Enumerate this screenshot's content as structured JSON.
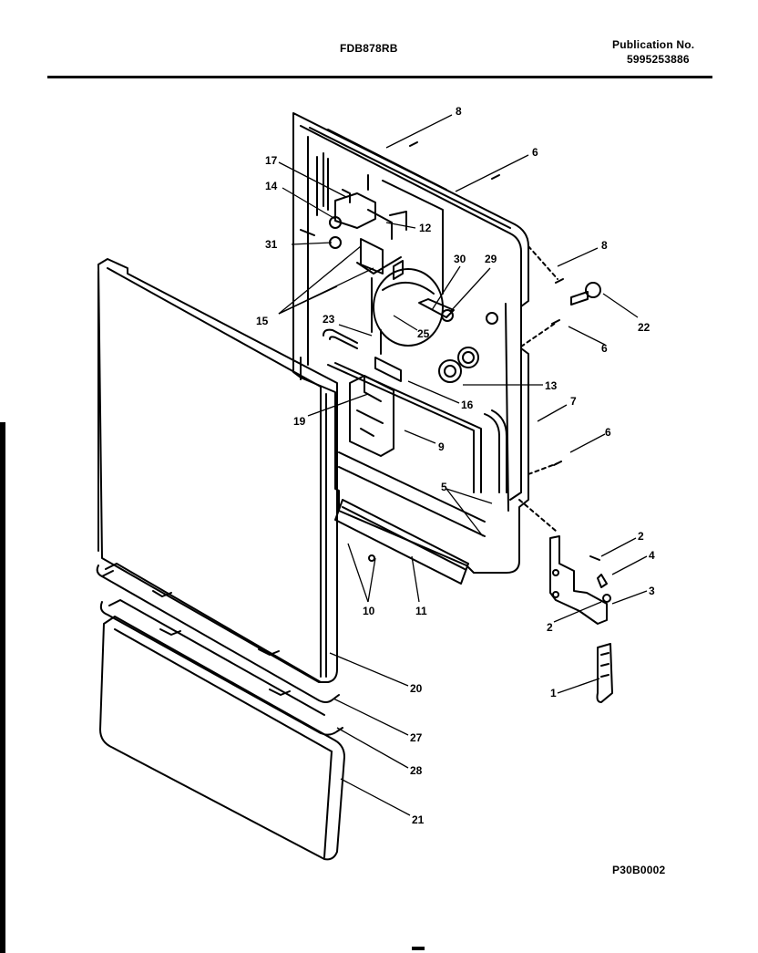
{
  "header": {
    "model": "FDB878RB",
    "publication_label": "Publication No.",
    "publication_number": "5995253886"
  },
  "footer": {
    "figure_code": "P30B0002"
  },
  "callouts": [
    "8",
    "6",
    "17",
    "14",
    "12",
    "31",
    "30",
    "29",
    "8",
    "15",
    "23",
    "25",
    "22",
    "6",
    "13",
    "16",
    "7",
    "19",
    "9",
    "6",
    "5",
    "2",
    "4",
    "3",
    "2",
    "10",
    "11",
    "1",
    "20",
    "27",
    "28",
    "21"
  ]
}
